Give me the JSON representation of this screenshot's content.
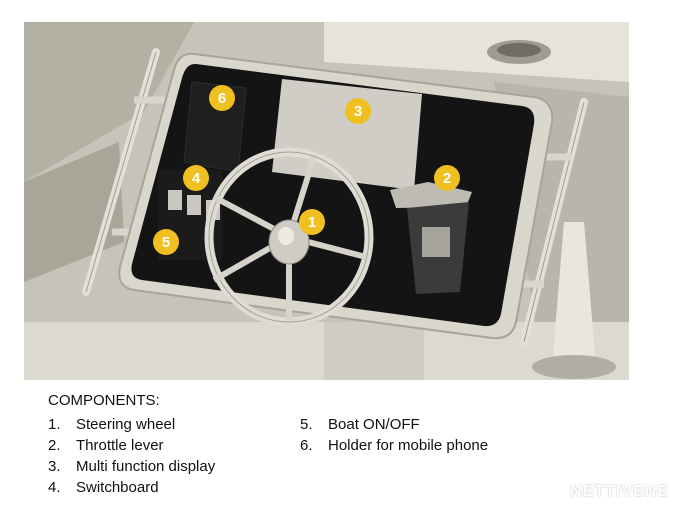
{
  "markers": [
    {
      "number": "1",
      "color": "#f0c020"
    },
    {
      "number": "2",
      "color": "#f0c020"
    },
    {
      "number": "3",
      "color": "#f0c020"
    },
    {
      "number": "4",
      "color": "#f0c020"
    },
    {
      "number": "5",
      "color": "#f0c020"
    },
    {
      "number": "6",
      "color": "#f0c020"
    }
  ],
  "legend": {
    "title": "COMPONENTS:",
    "col1": [
      {
        "number": "1.",
        "label": "Steering wheel"
      },
      {
        "number": "2.",
        "label": "Throttle lever"
      },
      {
        "number": "3.",
        "label": "Multi function display"
      },
      {
        "number": "4.",
        "label": "Switchboard"
      }
    ],
    "col2": [
      {
        "number": "5.",
        "label": "Boat ON/OFF"
      },
      {
        "number": "6.",
        "label": "Holder for mobile phone"
      }
    ]
  },
  "watermark": "NETTIVENE",
  "colors": {
    "marker": "#f0c020",
    "console_panel": "#141414",
    "frame": "#d6d3c8",
    "deck": "#c9c6bb"
  }
}
